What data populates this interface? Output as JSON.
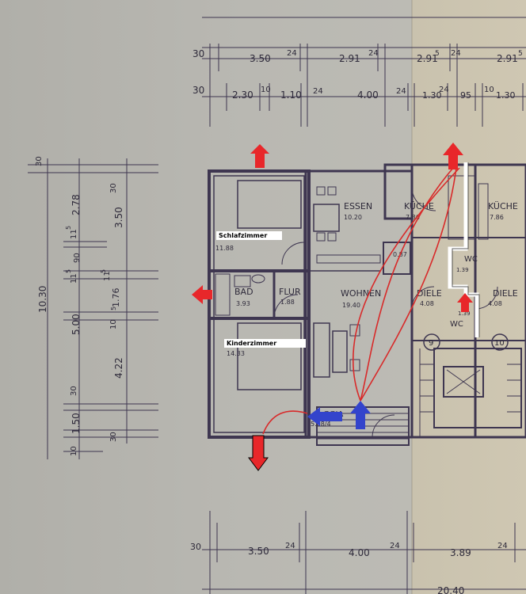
{
  "plan": {
    "top_dims_row1": [
      "30",
      "3.50",
      "24",
      "2.91",
      "24",
      "2.91",
      "5",
      "24",
      "2.91",
      "5"
    ],
    "top_dims_row2": [
      "30",
      "2.30",
      "10",
      "1.10",
      "24",
      "4.00",
      "24",
      "1.30",
      "24",
      "95",
      "10",
      "1.30"
    ],
    "left_dims_outer": [
      "30",
      "2.78",
      "11",
      "5",
      "90",
      "11",
      "5",
      "5.00",
      "30",
      "1.50",
      "10"
    ],
    "left_total": "10.30",
    "left_dims_inner": [
      "30",
      "3.50",
      "11",
      "5",
      "1.76",
      "5",
      "11",
      "10",
      "4.22",
      "30"
    ],
    "bottom_dims": [
      "30",
      "3.50",
      "24",
      "4.00",
      "24",
      "3.89",
      "24"
    ],
    "bottom_total": "20.40",
    "rooms": {
      "essen": {
        "name": "ESSEN",
        "area": "10.20"
      },
      "kueche1": {
        "name": "KÜCHE",
        "area": "7.86"
      },
      "kueche2": {
        "name": "KÜCHE",
        "area": "7.86"
      },
      "wohnen": {
        "name": "WOHNEN",
        "area": "19.40"
      },
      "bad": {
        "name": "BAD",
        "area": "3.93"
      },
      "flur": {
        "name": "FLUR",
        "area": "1.88"
      },
      "diele1": {
        "name": "DIELE",
        "area": "4.08"
      },
      "diele2": {
        "name": "DIELE",
        "area": "4.08"
      },
      "wc_upper": {
        "name": "WC",
        "area": "1.39"
      },
      "wc_lower": {
        "name": "WC",
        "area": "1.39"
      },
      "schlafzimmer_area": "11.88",
      "kinderzimmer_area": "14.33",
      "loggia": {
        "name": "GGIA",
        "area": "5.08/4"
      },
      "small_room_area": "0.87"
    },
    "apartment_numbers": [
      "9",
      "10"
    ]
  },
  "labels": {
    "schlafzimmer": "Schlafzimmer",
    "kinderzimmer": "Kinderzimmer"
  },
  "colors": {
    "exhaust_arrow": "#e8272a",
    "supply_arrow": "#3344cc",
    "airflow_line": "#d82a2a",
    "plan_ink": "#3e3650",
    "white_box": "#ffffff"
  }
}
